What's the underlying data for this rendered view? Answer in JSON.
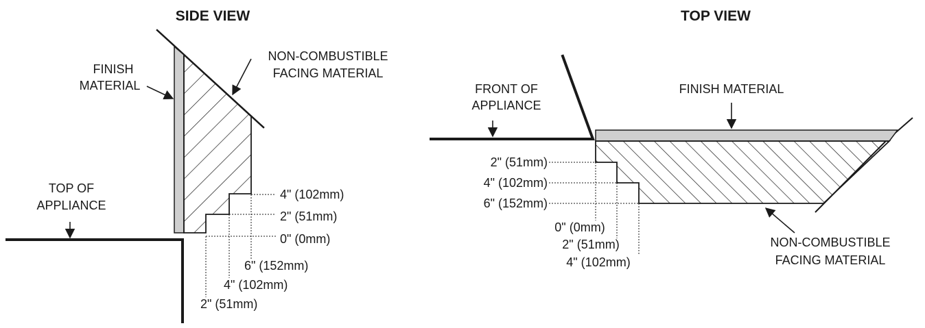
{
  "side_view": {
    "title": "SIDE VIEW",
    "label_finish_line1": "FINISH",
    "label_finish_line2": "MATERIAL",
    "label_facing_line1": "NON-COMBUSTIBLE",
    "label_facing_line2": "FACING MATERIAL",
    "label_top_line1": "TOP OF",
    "label_top_line2": "APPLIANCE",
    "dims_right": [
      "4\" (102mm)",
      "2\" (51mm)",
      "0\" (0mm)"
    ],
    "dims_bottom": [
      "6\" (152mm)",
      "4\" (102mm)",
      "2\" (51mm)"
    ]
  },
  "top_view": {
    "title": "TOP VIEW",
    "label_front_line1": "FRONT OF",
    "label_front_line2": "APPLIANCE",
    "label_finish": "FINISH MATERIAL",
    "label_facing_line1": "NON-COMBUSTIBLE",
    "label_facing_line2": "FACING MATERIAL",
    "dims_left": [
      "2\" (51mm)",
      "4\" (102mm)",
      "6\" (152mm)"
    ],
    "dims_bottom": [
      "0\" (0mm)",
      "2\" (51mm)",
      "4\" (102mm)"
    ]
  }
}
